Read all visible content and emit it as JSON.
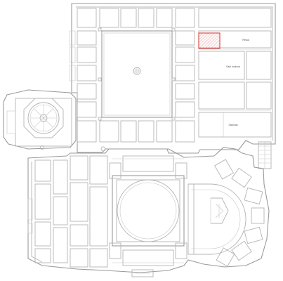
{
  "plan": {
    "labels": {
      "room_top_right": "Ressa",
      "room_middle": "Sala riuniona",
      "room_lower": "Sacristia"
    },
    "highlight_color": "#d32f2f",
    "line_color": "#b4b4b4"
  }
}
